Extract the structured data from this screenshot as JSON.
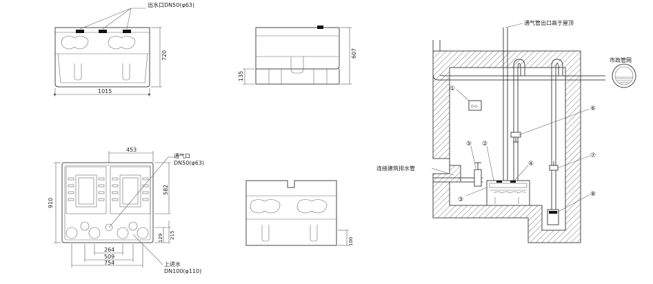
{
  "labels": {
    "top_outlet": "出水口DN50(φ63)",
    "dim_1015": "1015",
    "dim_720": "720",
    "dim_607": "607",
    "dim_135": "135",
    "dim_453": "453",
    "vent_1": "通气口",
    "vent_2": "DN50(φ63)",
    "dim_582": "582",
    "dim_910": "910",
    "dim_129": "129",
    "dim_215": "215",
    "dim_264": "264",
    "dim_509": "509",
    "dim_754": "754",
    "inlet_1": "上进水",
    "inlet_2": "DN100(φ110)",
    "dim_100": "100",
    "vent_roof": "通气管出口高于屋顶",
    "municipal": "市政管网",
    "connect_drain": "连接建筑排水管",
    "c1": "①",
    "c2": "②",
    "c3": "③",
    "c4": "④",
    "c5": "⑤",
    "c6": "⑥",
    "c7": "⑦",
    "c8": "⑧"
  },
  "colors": {
    "line": "#444444",
    "hatch": "#777777",
    "text": "#222222"
  }
}
